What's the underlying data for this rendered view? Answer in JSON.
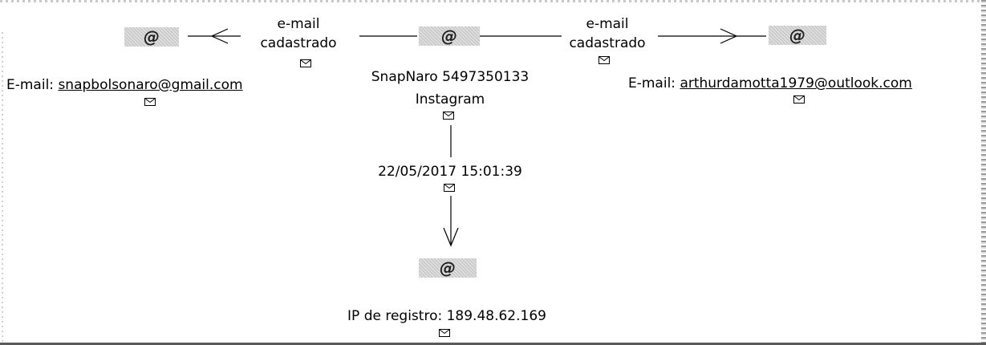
{
  "center_node": {
    "icon": "at-sign-icon",
    "title": "SnapNaro 5497350133",
    "subtitle": "Instagram"
  },
  "left_edge": {
    "line1": "e-mail",
    "line2": "cadastrado"
  },
  "right_edge": {
    "line1": "e-mail",
    "line2": "cadastrado"
  },
  "left_node": {
    "icon": "at-sign-icon",
    "label_prefix": "E-mail: ",
    "email": "snapbolsonaro@gmail.com"
  },
  "right_node": {
    "icon": "at-sign-icon",
    "label_prefix": "E-mail: ",
    "email": "arthurdamotta1979@outlook.com"
  },
  "down_edge": {
    "label": "22/05/2017 15:01:39"
  },
  "bottom_node": {
    "icon": "at-sign-icon",
    "label": "IP de registro: 189.48.62.169"
  },
  "glyphs": {
    "at": "@"
  }
}
